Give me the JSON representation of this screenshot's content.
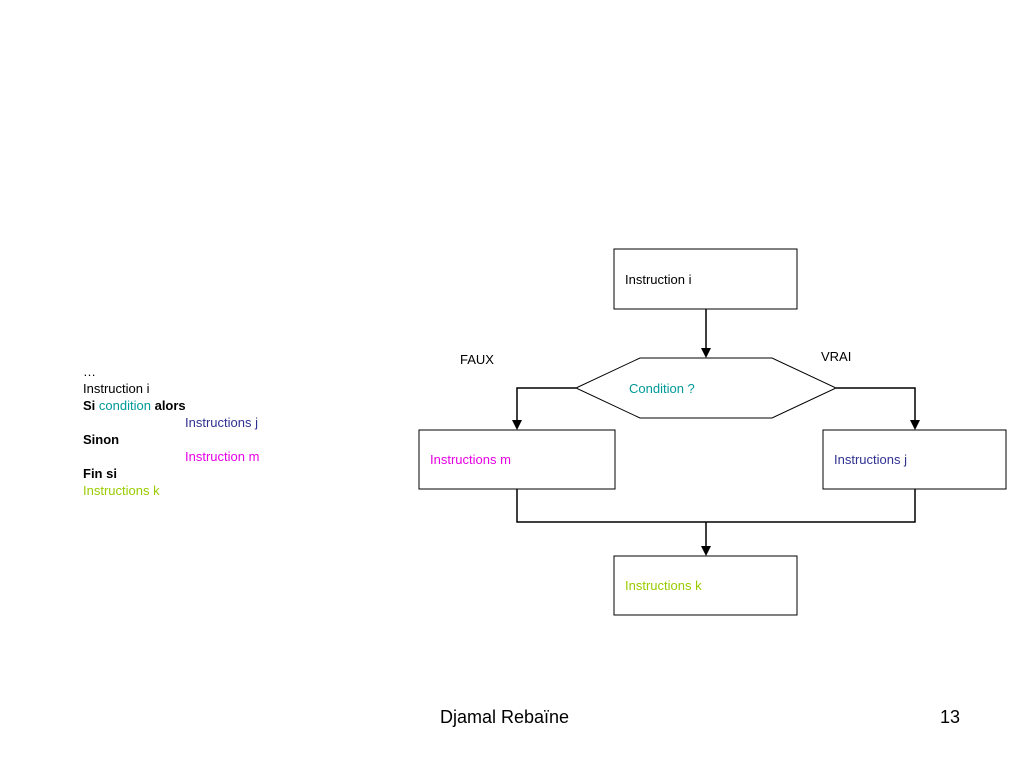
{
  "code": {
    "ellipsis": "…",
    "instruction_i": "Instruction i",
    "si_keyword": "Si",
    "condition_word": "condition",
    "alors_keyword": "alors",
    "instructions_j": "Instructions j",
    "sinon_keyword": "Sinon",
    "instruction_m": "Instruction m",
    "fin_si_keyword": "Fin si",
    "instructions_k": "Instructions k"
  },
  "flowchart": {
    "start_box": "Instruction i",
    "decision": "Condition ?",
    "false_label": "FAUX",
    "true_label": "VRAI",
    "false_box": "Instructions m",
    "true_box": "Instructions j",
    "end_box": "Instructions k"
  },
  "colors": {
    "instructions_j": "#2e3192",
    "instruction_m": "#e600e6",
    "condition": "#009999",
    "instructions_k": "#99cc00"
  },
  "footer": {
    "author": "Djamal Rebaïne",
    "page_number": "13"
  }
}
